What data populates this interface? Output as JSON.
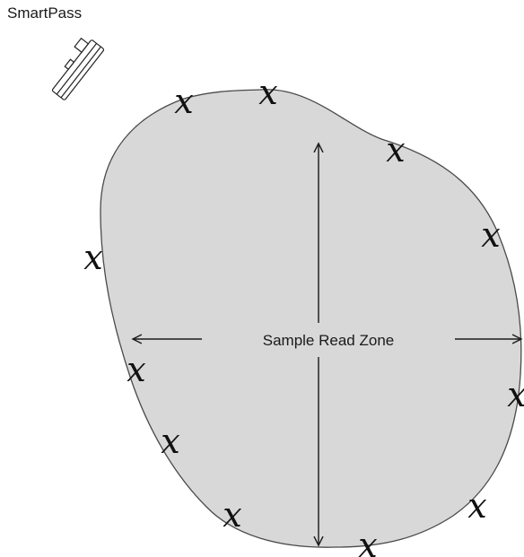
{
  "device": {
    "label": "SmartPass",
    "icon": "smartpass-device-icon"
  },
  "zone": {
    "label": "Sample Read Zone",
    "fill_color": "#d8d8d8",
    "outline_color": "#4a4a4a",
    "arrows": [
      "up",
      "down",
      "left",
      "right"
    ]
  },
  "markers": {
    "glyph": "x",
    "count": 11
  }
}
